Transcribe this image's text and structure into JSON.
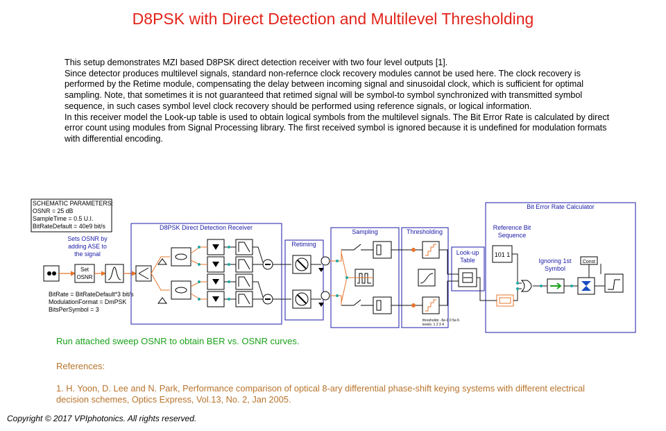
{
  "title": "D8PSK with Direct Detection and Multilevel Thresholding",
  "description": [
    "This setup demonstrates MZI based D8PSK direct detection receiver with two four level outputs [1].",
    "Since detector produces multilevel signals, standard non-refernce clock recovery modules cannot be used here. The clock recovery is performed by the Retime module, compensating the delay between incoming signal and sinusoidal clock, which is sufficient for optimal sampling. Note, that sometimes it is not guaranteed that retimed signal will be symbol-to symbol synchronized with transmitted symbol sequence, in such cases symbol level clock recovery should be performed using reference signals, or logical information.",
    "In this receiver model the Look-up table is used to obtain logical symbols from the multilevel signals. The Bit Error Rate is calculated by direct error count using modules from Signal Processing library. The first received symbol is ignored because it is undefined for modulation formats with differential encoding."
  ],
  "schematic": {
    "params_lines": [
      "SCHEMATIC PARAMETERS:",
      "OSNR = 25 dB",
      "SampleTime = 0.5 U.I.",
      "BitRateDefault = 40e9 bit/s"
    ],
    "osnr_note": [
      "Sets OSNR by",
      "adding ASE to",
      "the signal"
    ],
    "set_osnr": [
      "Set",
      "OSNR"
    ],
    "tx_params": [
      "BitRate = BitRateDefault*3 bit/s",
      "ModulationFormat = DmPSK",
      "BitsPerSymbol = 3"
    ],
    "receiver_label": "D8PSK Direct Detection Receiver",
    "retiming_label": "Retiming",
    "sampling_label": "Sampling",
    "thresholding_label": "Thresholding",
    "lookup_label": [
      "Look-up",
      "Table"
    ],
    "ber_label": "Bit Error Rate Calculator",
    "ref_bit_label": [
      "Reference Bit",
      "Sequence"
    ],
    "ref_bit_icon": "101 1",
    "ignore_label": [
      "Ignoring 1st",
      "Symbol"
    ],
    "const_label": "Const",
    "thresholds_note": [
      "thresholds: -5e-0 0 5e-5",
      "levels:   1 2 3 4"
    ]
  },
  "sweep_note": "Run attached sweep OSNR to obtain BER vs. OSNR curves.",
  "references_heading": "References:",
  "references": [
    "1. H. Yoon, D. Lee and N. Park, Performance comparison of optical 8-ary differential phase-shift keying systems with different electrical decision schemes, Optics Express, Vol.13, No. 2, Jan 2005."
  ],
  "copyright": "Copyright © 2017 VPIphotonics. All rights reserved.",
  "colors": {
    "title": "#e2231a",
    "group_border": "#1a1aa8",
    "group_label": "#1a1aa8",
    "optical_wire": "#e8742a",
    "electrical_wire": "#111111",
    "port_teal": "#1fa7a0",
    "sweep_text": "#1aa11a",
    "reference_text": "#b8732b"
  }
}
